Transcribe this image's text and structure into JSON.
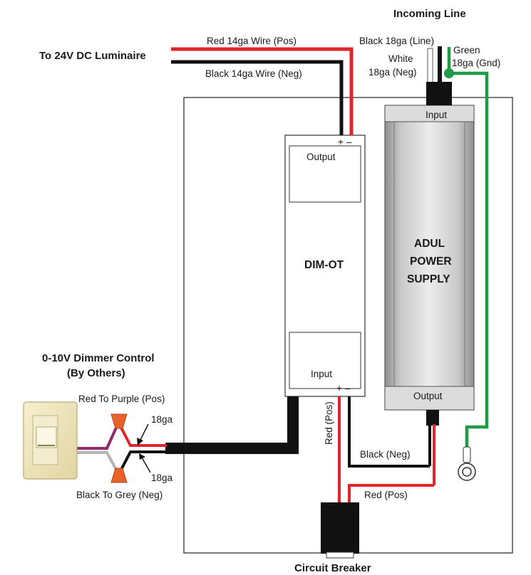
{
  "labels": {
    "incoming_line": "Incoming Line",
    "to_luminaire": "To 24V DC Luminaire",
    "red_14ga": "Red 14ga Wire (Pos)",
    "black_14ga": "Black 14ga Wire (Neg)",
    "black_18ga_line": "Black 18ga (Line)",
    "white": "White",
    "white_18ga_neg": "18ga (Neg)",
    "green": "Green",
    "green_18ga_gnd": "18ga (Gnd)",
    "psu_input": "Input",
    "psu_output": "Output",
    "psu_name_1": "ADUL",
    "psu_name_2": "POWER",
    "psu_name_3": "SUPPLY",
    "dim_output": "Output",
    "dim_input": "Input",
    "dim_name": "DIM-OT",
    "plus": "+",
    "minus": "–",
    "dimmer_title_1": "0-10V Dimmer Control",
    "dimmer_title_2": "(By Others)",
    "red_to_purple": "Red To Purple (Pos)",
    "ga_top": "18ga",
    "ga_bottom": "18ga",
    "black_to_grey": "Black To Grey (Neg)",
    "red_pos_vertical": "Red (Pos)",
    "black_neg": "Black (Neg)",
    "red_pos": "Red (Pos)",
    "circuit_breaker": "Circuit Breaker"
  },
  "colors": {
    "red_wire": "#e0262b",
    "black_wire": "#111111",
    "green_wire": "#1f9a47",
    "purple_wire": "#8c2a6a",
    "grey_wire": "#b5b5b5",
    "wire_nut": "#e8622c",
    "switch_plate": "#efe6c2"
  }
}
